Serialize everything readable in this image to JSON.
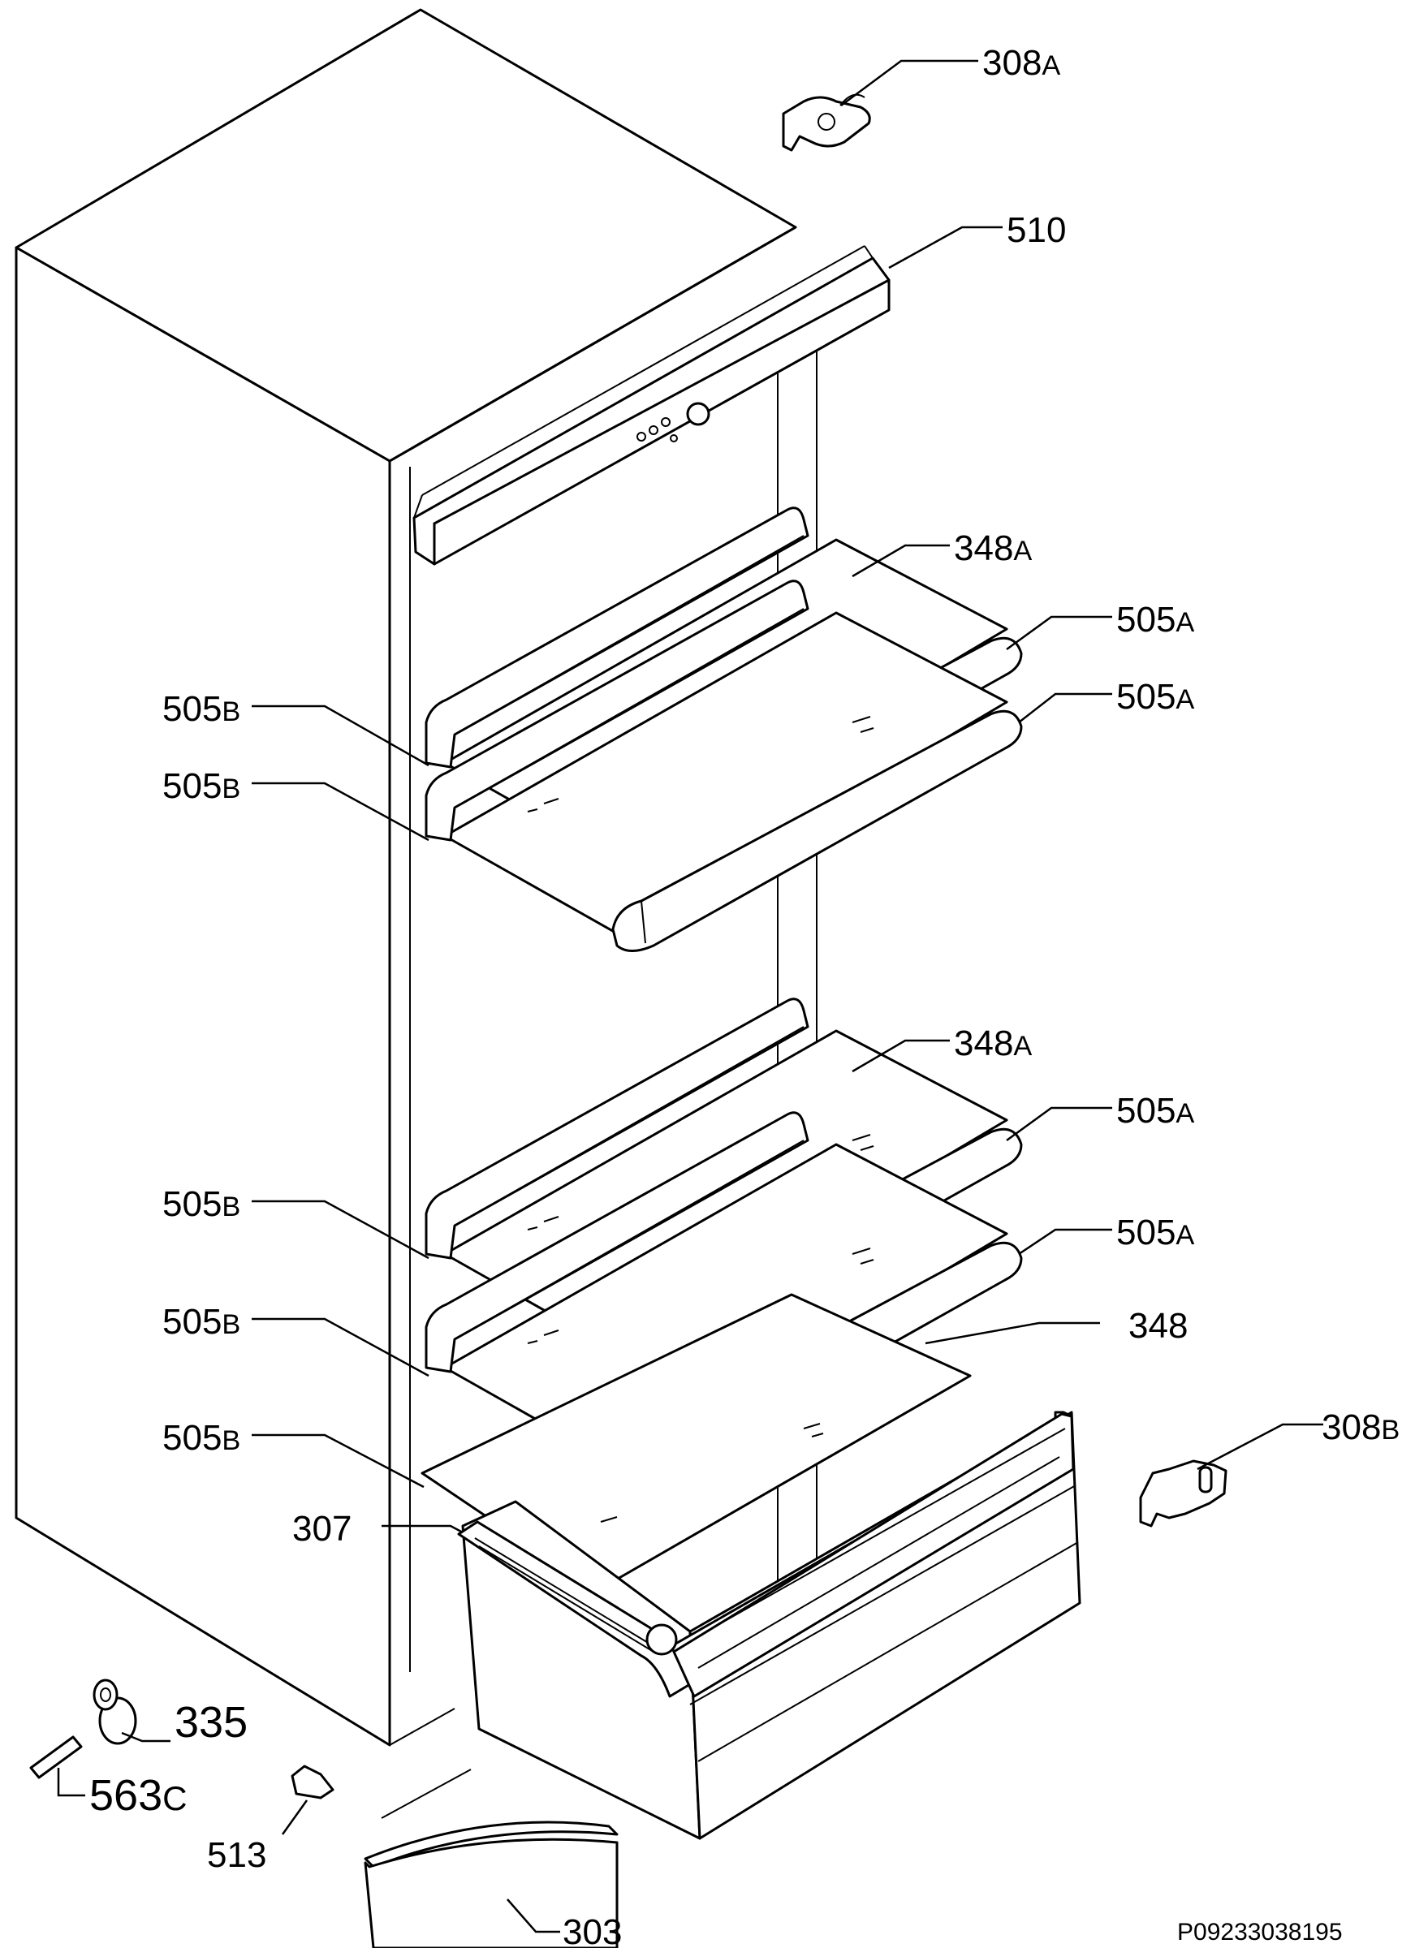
{
  "labels": {
    "l308a": {
      "main": "308",
      "suffix": "A"
    },
    "l510": {
      "main": "510"
    },
    "l348a_top": {
      "main": "348",
      "suffix": "A"
    },
    "l505a_1": {
      "main": "505",
      "suffix": "A"
    },
    "l505a_2": {
      "main": "505",
      "suffix": "A"
    },
    "l505b_1": {
      "main": "505",
      "suffix": "B"
    },
    "l505b_2": {
      "main": "505",
      "suffix": "B"
    },
    "l348a_mid": {
      "main": "348",
      "suffix": "A"
    },
    "l505a_3": {
      "main": "505",
      "suffix": "A"
    },
    "l505a_4": {
      "main": "505",
      "suffix": "A"
    },
    "l505b_3": {
      "main": "505",
      "suffix": "B"
    },
    "l505b_4": {
      "main": "505",
      "suffix": "B"
    },
    "l348": {
      "main": "348"
    },
    "l505b_5": {
      "main": "505",
      "suffix": "B"
    },
    "l308b": {
      "main": "308",
      "suffix": "B"
    },
    "l307": {
      "main": "307"
    },
    "l335": {
      "main": "335"
    },
    "l563c": {
      "main": "563",
      "suffix": "C"
    },
    "l513": {
      "main": "513"
    },
    "l303": {
      "main": "303"
    }
  },
  "drawing_code": "P09233038195"
}
